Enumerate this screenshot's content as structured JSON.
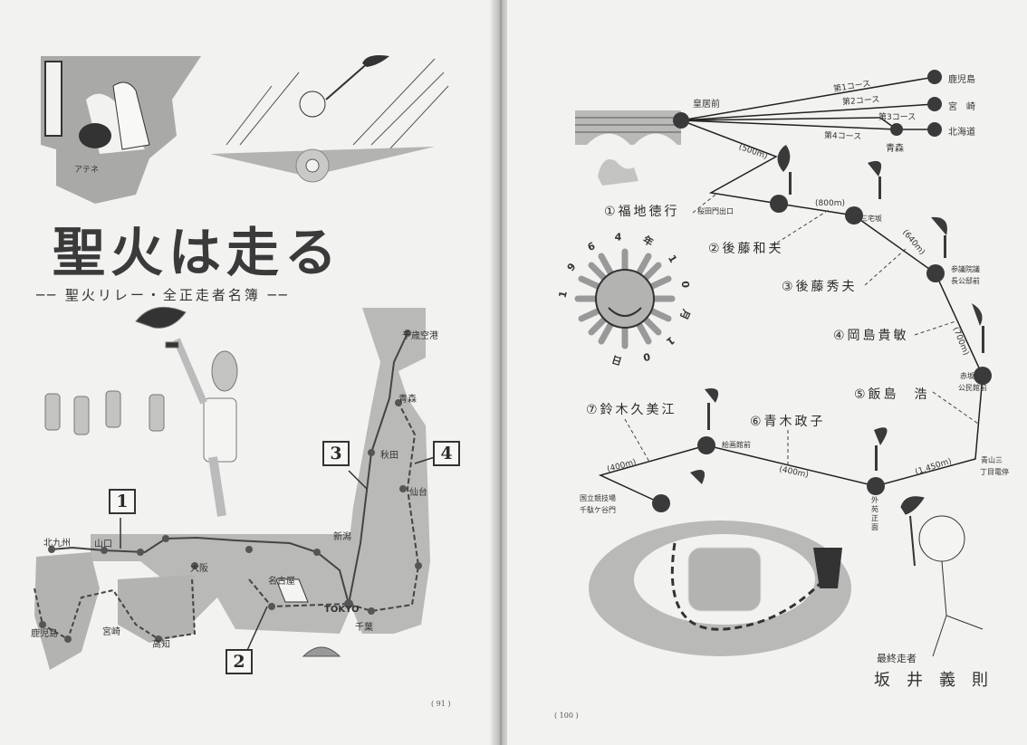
{
  "left_page": {
    "athens_caption": "アテネ",
    "title": "聖火は走る",
    "subtitle": "── 聖火リレー・全正走者名簿 ──",
    "course_markers": [
      "1",
      "2",
      "3",
      "4"
    ],
    "map_labels": {
      "chitose": "千歳空港",
      "aomori": "青森",
      "akita": "秋田",
      "sendai": "仙台",
      "niigata": "新潟",
      "kitakyushu": "北九州",
      "yamaguchi": "山口",
      "osaka": "大阪",
      "nagoya": "名古屋",
      "tokyo": "TOKYO",
      "chiba": "千葉",
      "miyazaki": "宮崎",
      "kagoshima": "鹿児島",
      "kochi": "高知"
    },
    "page_number": "( 91 )"
  },
  "right_page": {
    "start": "皇居前",
    "courses": [
      {
        "label": "第1コース",
        "dest": "鹿児島"
      },
      {
        "label": "第2コース",
        "dest": "宮　崎"
      },
      {
        "label": "第3コース",
        "dest": "北海道"
      },
      {
        "label": "第4コース",
        "dest": "青森"
      }
    ],
    "stops": {
      "sakuradamon": "桜田門出口",
      "miyakezaka": "三宅坂",
      "sangiin_1": "参議院議",
      "sangiin_2": "長公邸前",
      "akasaka_1": "赤坂",
      "akasaka_2": "公民館前",
      "aoyama_1": "青山三",
      "aoyama_2": "丁目電停",
      "gaien": "外苑正面",
      "kaigakan": "絵画館前",
      "stadium_1": "国立競技場",
      "stadium_2": "千駄ケ谷門"
    },
    "distances": [
      "(500m)",
      "(800m)",
      "(640m)",
      "(700m)",
      "(1.450m)",
      "(400m)",
      "(400m)"
    ],
    "runners": [
      "①福地徳行",
      "②後藤和夫",
      "③後藤秀夫",
      "④岡島貴敏",
      "⑤飯島　浩",
      "⑥青木政子",
      "⑦鈴木久美江"
    ],
    "sun_text": "1964年10月10日",
    "final_runner_label": "最終走者",
    "final_runner_name": "坂　井　義　則",
    "page_number": "( 100 )"
  },
  "colors": {
    "paper": "#f2f2f0",
    "ink": "#2a2a2a",
    "tint": "#b8b8b6",
    "node": "#3a3a3a"
  }
}
